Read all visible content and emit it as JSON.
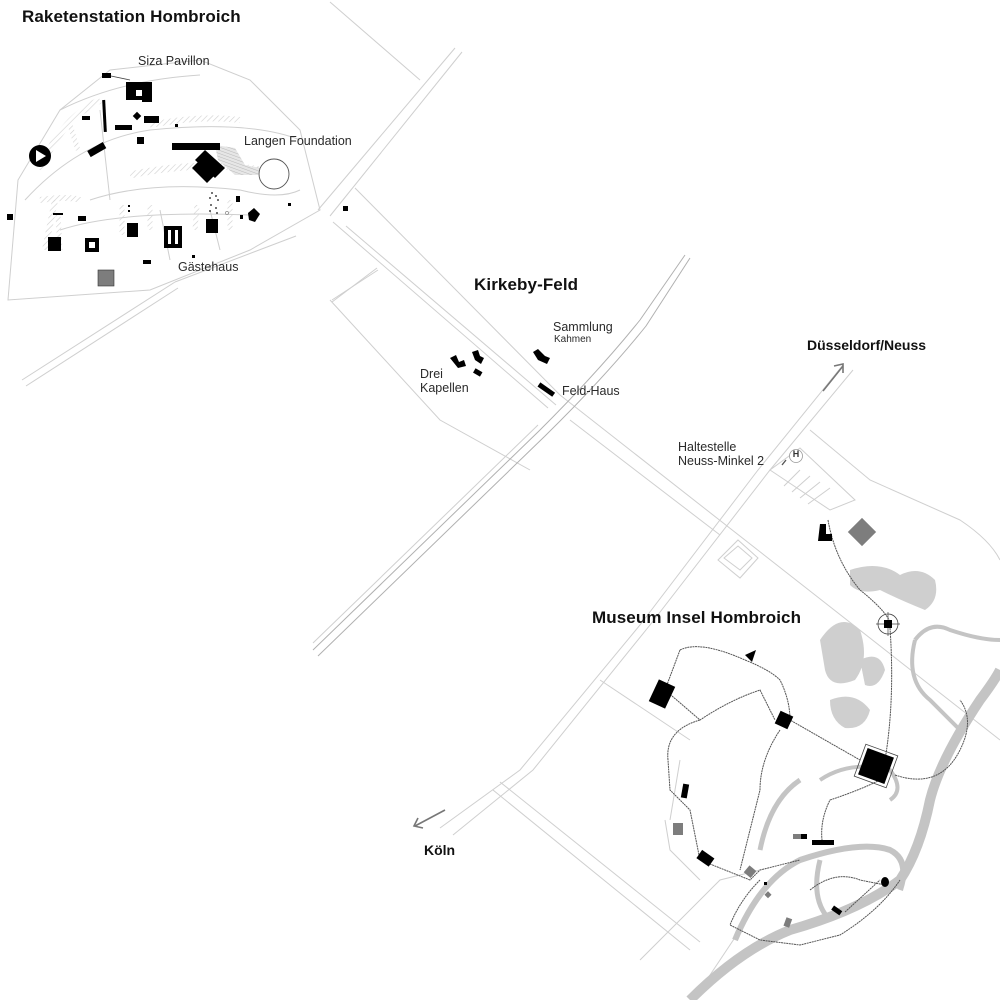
{
  "map": {
    "title": "Hombroich site map",
    "areas": {
      "raketenstation": "Raketenstation Hombroich",
      "kirkeby": "Kirkeby-Feld",
      "museum_insel": "Museum Insel Hombroich"
    },
    "places": {
      "siza": "Siza Pavillon",
      "langen": "Langen Foundation",
      "gaestehaus": "Gästehaus",
      "sammlung_line1": "Sammlung",
      "sammlung_line2": "Kahmen",
      "drei_line1": "Drei",
      "drei_line2": "Kapellen",
      "feldhaus": "Feld-Haus",
      "haltestelle_line1": "Haltestelle",
      "haltestelle_line2": "Neuss-Minkel 2"
    },
    "directions": {
      "north_east": "Düsseldorf/Neuss",
      "south_west": "Köln"
    },
    "symbols": {
      "bus_stop": "H",
      "play_icon": "play-circle-icon",
      "bus_stop_icon": "bus-stop-icon",
      "arrow_ne": "arrow-northeast-icon",
      "arrow_sw": "arrow-southwest-icon"
    },
    "colors": {
      "building": "#000000",
      "building_secondary": "#7d7d7d",
      "road": "#cfcfcf",
      "water": "#c4c4c4",
      "text": "#111111"
    }
  }
}
